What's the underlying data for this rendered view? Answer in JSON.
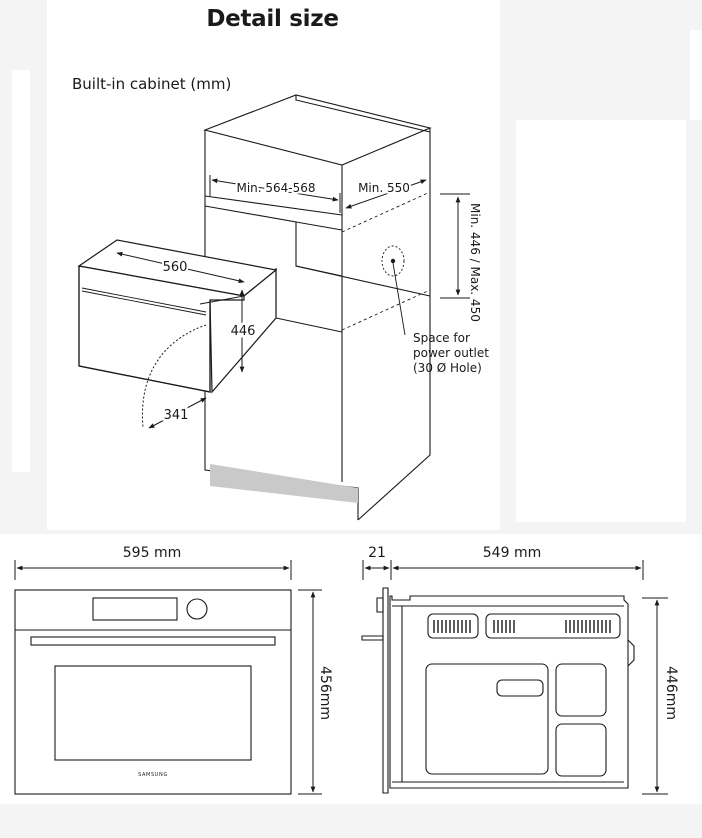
{
  "header": {
    "title": "Detail size",
    "subtitle": "Built-in cabinet (mm)"
  },
  "cabinet": {
    "width_label": "Min. 564-568",
    "depth_label": "Min. 550",
    "height_label": "Min. 446 / Max. 450",
    "outlet_line1": "Space for",
    "outlet_line2": "power outlet",
    "outlet_line3": "(30 Ø Hole)",
    "oven_width": "560",
    "oven_height": "446",
    "door_swing": "341"
  },
  "front_view": {
    "width_label": "595 mm",
    "height_label": "456mm",
    "brand": "SAMSUNG"
  },
  "side_view": {
    "door_depth": "21",
    "depth_label": "549 mm",
    "height_label": "446mm"
  },
  "colors": {
    "line": "#1a1a1a",
    "plinth": "#c9c9c9",
    "page_bg": "#f4f4f4",
    "panel_bg": "#ffffff"
  }
}
